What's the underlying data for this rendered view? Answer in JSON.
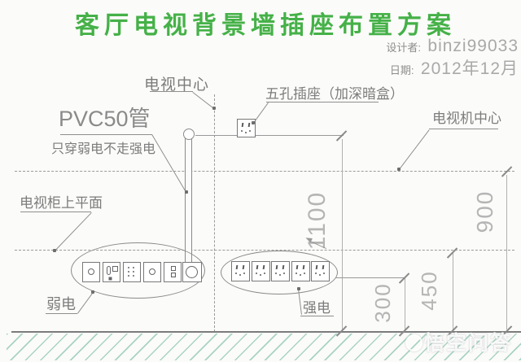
{
  "title": "客厅电视背景墙插座布置方案",
  "meta": {
    "designer_label": "设计者:",
    "designer_value": "binzi99033",
    "date_label": "日期:",
    "date_value": "2012年12月"
  },
  "labels": {
    "tv_center": "电视中心",
    "pvc_pipe": "PVC50管",
    "pvc_note": "只穿弱电不走强电",
    "five_hole_socket": "五孔插座（加深暗盒）",
    "tv_set_center": "电视机中心",
    "cabinet_top": "电视柜上平面",
    "weak_current": "弱电",
    "strong_current": "强电"
  },
  "dimensions_mm": {
    "socket_line_height": "1100",
    "tv_center_height": "900",
    "cabinet_top_height": "450",
    "strong_socket_height": "300"
  },
  "icons": {
    "weak_socket_glyphs": [
      "tv-antenna-socket",
      "phone-socket",
      "av-multi-hole-socket",
      "tv-antenna-socket",
      "network-double-socket",
      "pvc-pipe-outlet"
    ],
    "strong_socket_glyph": "five-hole-socket",
    "top_socket_glyph": "five-hole-socket"
  },
  "colors": {
    "title_green": "#45b148",
    "drawing_line": "#8a8a8a",
    "dimension_text": "#b5b5b5",
    "hatch_teal": "#a9d3c5"
  },
  "watermark": "悟空问答"
}
